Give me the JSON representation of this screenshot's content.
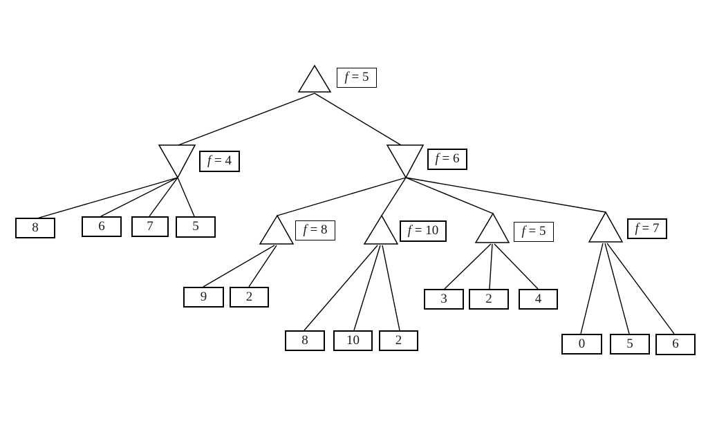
{
  "figure": {
    "kind": "minimax-game-tree",
    "background_color": "#ffffff",
    "stroke_color": "#000000"
  },
  "tree": {
    "root": {
      "type": "max",
      "label": "f = 5",
      "children": [
        {
          "type": "min",
          "label": "f = 4",
          "children": [
            {
              "type": "leaf",
              "value": "8"
            },
            {
              "type": "leaf",
              "value": "6"
            },
            {
              "type": "leaf",
              "value": "7"
            },
            {
              "type": "leaf",
              "value": "5"
            }
          ]
        },
        {
          "type": "min",
          "label": "f = 6",
          "children": [
            {
              "type": "max",
              "label": "f = 8",
              "children": [
                {
                  "type": "leaf",
                  "value": "9"
                },
                {
                  "type": "leaf",
                  "value": "2"
                }
              ]
            },
            {
              "type": "max",
              "label": "f = 10",
              "children": [
                {
                  "type": "leaf",
                  "value": "8"
                },
                {
                  "type": "leaf",
                  "value": "10"
                },
                {
                  "type": "leaf",
                  "value": "2"
                }
              ]
            },
            {
              "type": "max",
              "label": "f = 5",
              "children": [
                {
                  "type": "leaf",
                  "value": "3"
                },
                {
                  "type": "leaf",
                  "value": "2"
                },
                {
                  "type": "leaf",
                  "value": "4"
                }
              ]
            },
            {
              "type": "max",
              "label": "f = 7",
              "children": [
                {
                  "type": "leaf",
                  "value": "0"
                },
                {
                  "type": "leaf",
                  "value": "5"
                },
                {
                  "type": "leaf",
                  "value": "6"
                }
              ]
            }
          ]
        }
      ]
    }
  }
}
